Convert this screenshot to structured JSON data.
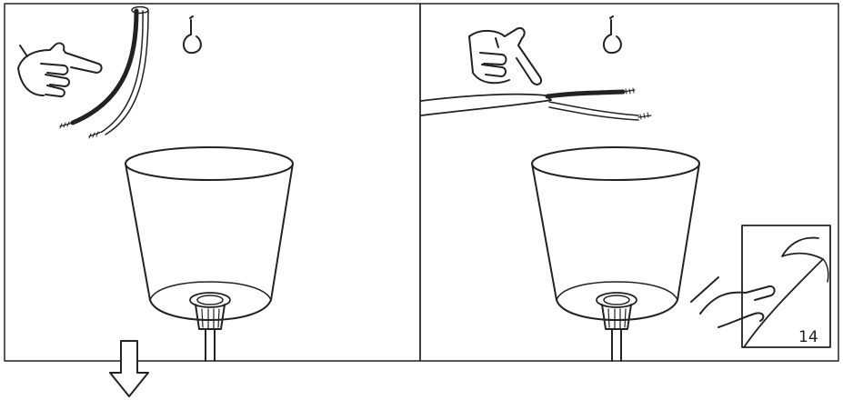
{
  "page_number": "14",
  "colors": {
    "line": "#222222",
    "background": "#ffffff"
  },
  "panels": [
    {
      "name": "step-left",
      "hand_gesture": "pointing-hand",
      "cable": "vertical-from-ceiling"
    },
    {
      "name": "step-right",
      "hand_gesture": "rock-hand",
      "cable": "horizontal-stripped"
    }
  ],
  "icons": [
    "pointing-hand-icon",
    "ceiling-hook-icon",
    "lamp-shade-icon",
    "down-arrow-icon",
    "page-turn-icon"
  ]
}
